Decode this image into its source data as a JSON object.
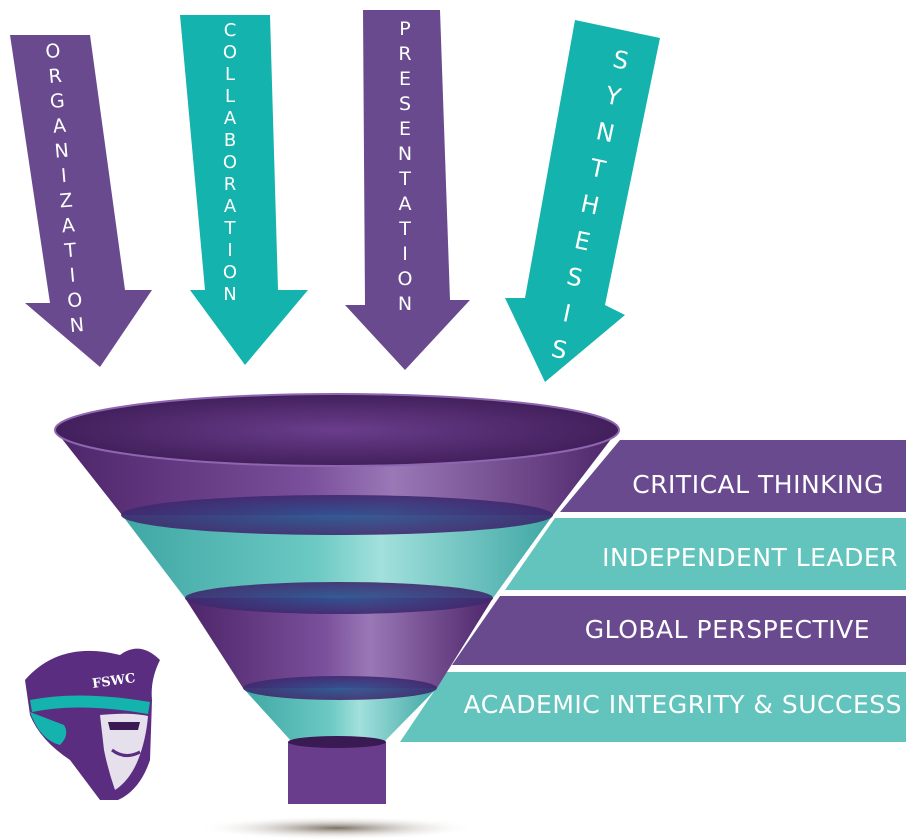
{
  "colors": {
    "purple": "#6a4a8f",
    "teal": "#14b3ad",
    "band_teal": "#62c4bd",
    "funnel_purple": "#5b2f7a"
  },
  "arrows": [
    {
      "word": "ORGANIZATION",
      "color": "purple"
    },
    {
      "word": "COLLABORATION",
      "color": "teal"
    },
    {
      "word": "PRESENTATION",
      "color": "purple"
    },
    {
      "word": "SYNTHESIS",
      "color": "teal"
    }
  ],
  "bands": [
    {
      "label": "CRITICAL THINKING",
      "color": "purple"
    },
    {
      "label": "INDEPENDENT LEADER",
      "color": "teal"
    },
    {
      "label": "GLOBAL PERSPECTIVE",
      "color": "purple"
    },
    {
      "label": "ACADEMIC INTEGRITY & SUCCESS",
      "color": "teal"
    }
  ],
  "logo": {
    "text": "FSWC",
    "icon": "pirate-mascot-icon"
  }
}
